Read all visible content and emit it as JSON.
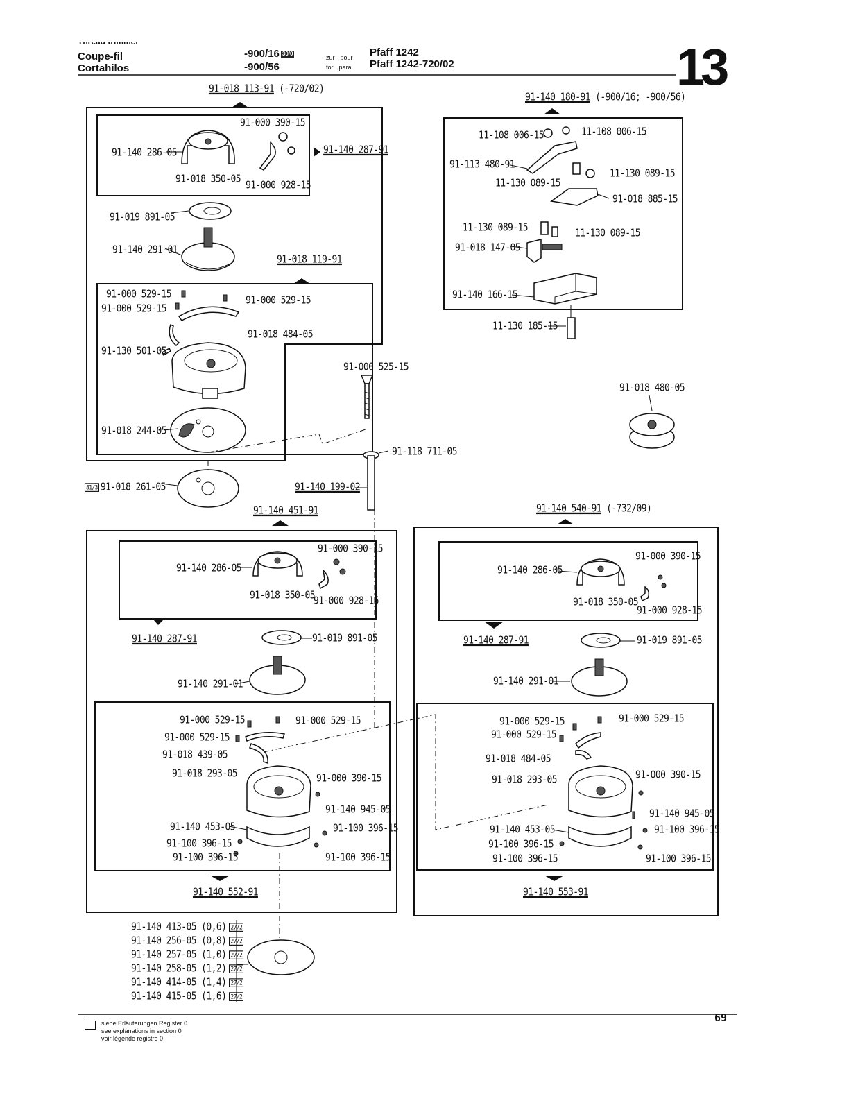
{
  "header": {
    "title_lines": [
      "Thread trimmer",
      "Coupe-fil",
      "Cortahilos"
    ],
    "variant_1": "-900/16",
    "variant_1_badge": "30/0",
    "variant_2": "-900/56",
    "zur_pour": "zur · pour",
    "for_para": "for · para",
    "model_1": "Pfaff 1242",
    "model_2": "Pfaff 1242-720/02",
    "section_number": "13"
  },
  "assemblies": {
    "a1": "91-018 113-91",
    "a1_note": "(-720/02)",
    "a2": "91-140 180-91",
    "a2_note": "(-900/16; -900/56)",
    "a3": "91-140 287-91",
    "a4": "91-018 119-91",
    "a5": "91-140 451-91",
    "a6": "91-140 540-91",
    "a6_note": "(-732/09)",
    "a7": "91-140 287-91",
    "a8": "91-140 287-91",
    "a9": "91-140 552-91",
    "a10": "91-140 553-91",
    "a11": "91-140 199-02"
  },
  "parts": {
    "p1": "91-000 390-15",
    "p2": "91-140 286-05",
    "p3": "91-018 350-05",
    "p4": "91-000 928-15",
    "p5": "91-019 891-05",
    "p6": "91-140 291-01",
    "p7": "91-000 529-15",
    "p8": "91-000 529-15",
    "p9": "91-000 529-15",
    "p10": "91-018 484-05",
    "p11": "91-130 501-05",
    "p12": "91-018 244-05",
    "p13": "91-018 261-05",
    "p13_badge": "81/3",
    "p14": "91-000 525-15",
    "p15": "91-118 711-05",
    "p16": "11-108 006-15",
    "p17": "11-108 006-15",
    "p18": "91-113 480-91",
    "p19": "11-130 089-15",
    "p20": "11-130 089-15",
    "p21": "91-018 885-15",
    "p22": "11-130 089-15",
    "p23": "11-130 089-15",
    "p24": "91-018 147-05",
    "p25": "91-140 166-15",
    "p26": "11-130 185-15",
    "p27": "91-018 480-05",
    "m_p1": "91-000 390-15",
    "m_p2": "91-140 286-05",
    "m_p3": "91-018 350-05",
    "m_p4": "91-000 928-15",
    "m_p5": "91-019 891-05",
    "m_p6": "91-140 291-01",
    "m_p7": "91-000 529-15",
    "m_p8": "91-000 529-15",
    "m_p9": "91-000 529-15",
    "m_p10": "91-018 439-05",
    "m_p11": "91-018 293-05",
    "m_p12": "91-000 390-15",
    "m_p13": "91-140 945-05",
    "m_p14": "91-140 453-05",
    "m_p15": "91-100 396-15",
    "m_p16": "91-100 396-15",
    "m_p17": "91-100 396-15",
    "m_p18": "91-100 396-15",
    "r_p1": "91-000 390-15",
    "r_p2": "91-140 286-05",
    "r_p3": "91-018 350-05",
    "r_p4": "91-000 928-15",
    "r_p5": "91-019 891-05",
    "r_p6": "91-140 291-01",
    "r_p7": "91-000 529-15",
    "r_p8": "91-000 529-15",
    "r_p9": "91-000 529-15",
    "r_p10": "91-018 484-05",
    "r_p11": "91-018 293-05",
    "r_p12": "91-000 390-15",
    "r_p13": "91-140 945-05",
    "r_p14": "91-140 453-05",
    "r_p15": "91-100 396-15",
    "r_p16": "91-100 396-15",
    "r_p17": "91-100 396-15",
    "r_p18": "91-100 396-15"
  },
  "plate_list": [
    {
      "code": "91-140 413-05 (0,6)",
      "tag": "27/2"
    },
    {
      "code": "91-140 256-05 (0,8)",
      "tag": "27/2"
    },
    {
      "code": "91-140 257-05 (1,0)",
      "tag": "27/2"
    },
    {
      "code": "91-140 258-05 (1,2)",
      "tag": "27/2"
    },
    {
      "code": "91-140 414-05 (1,4)",
      "tag": "27/2"
    },
    {
      "code": "91-140 415-05 (1,6)",
      "tag": "27/2"
    }
  ],
  "footer": {
    "legend_1": "siehe Erläuterungen Register 0",
    "legend_2": "see explanations in section 0",
    "legend_3": "voir légende registre 0",
    "page_number": "69"
  }
}
